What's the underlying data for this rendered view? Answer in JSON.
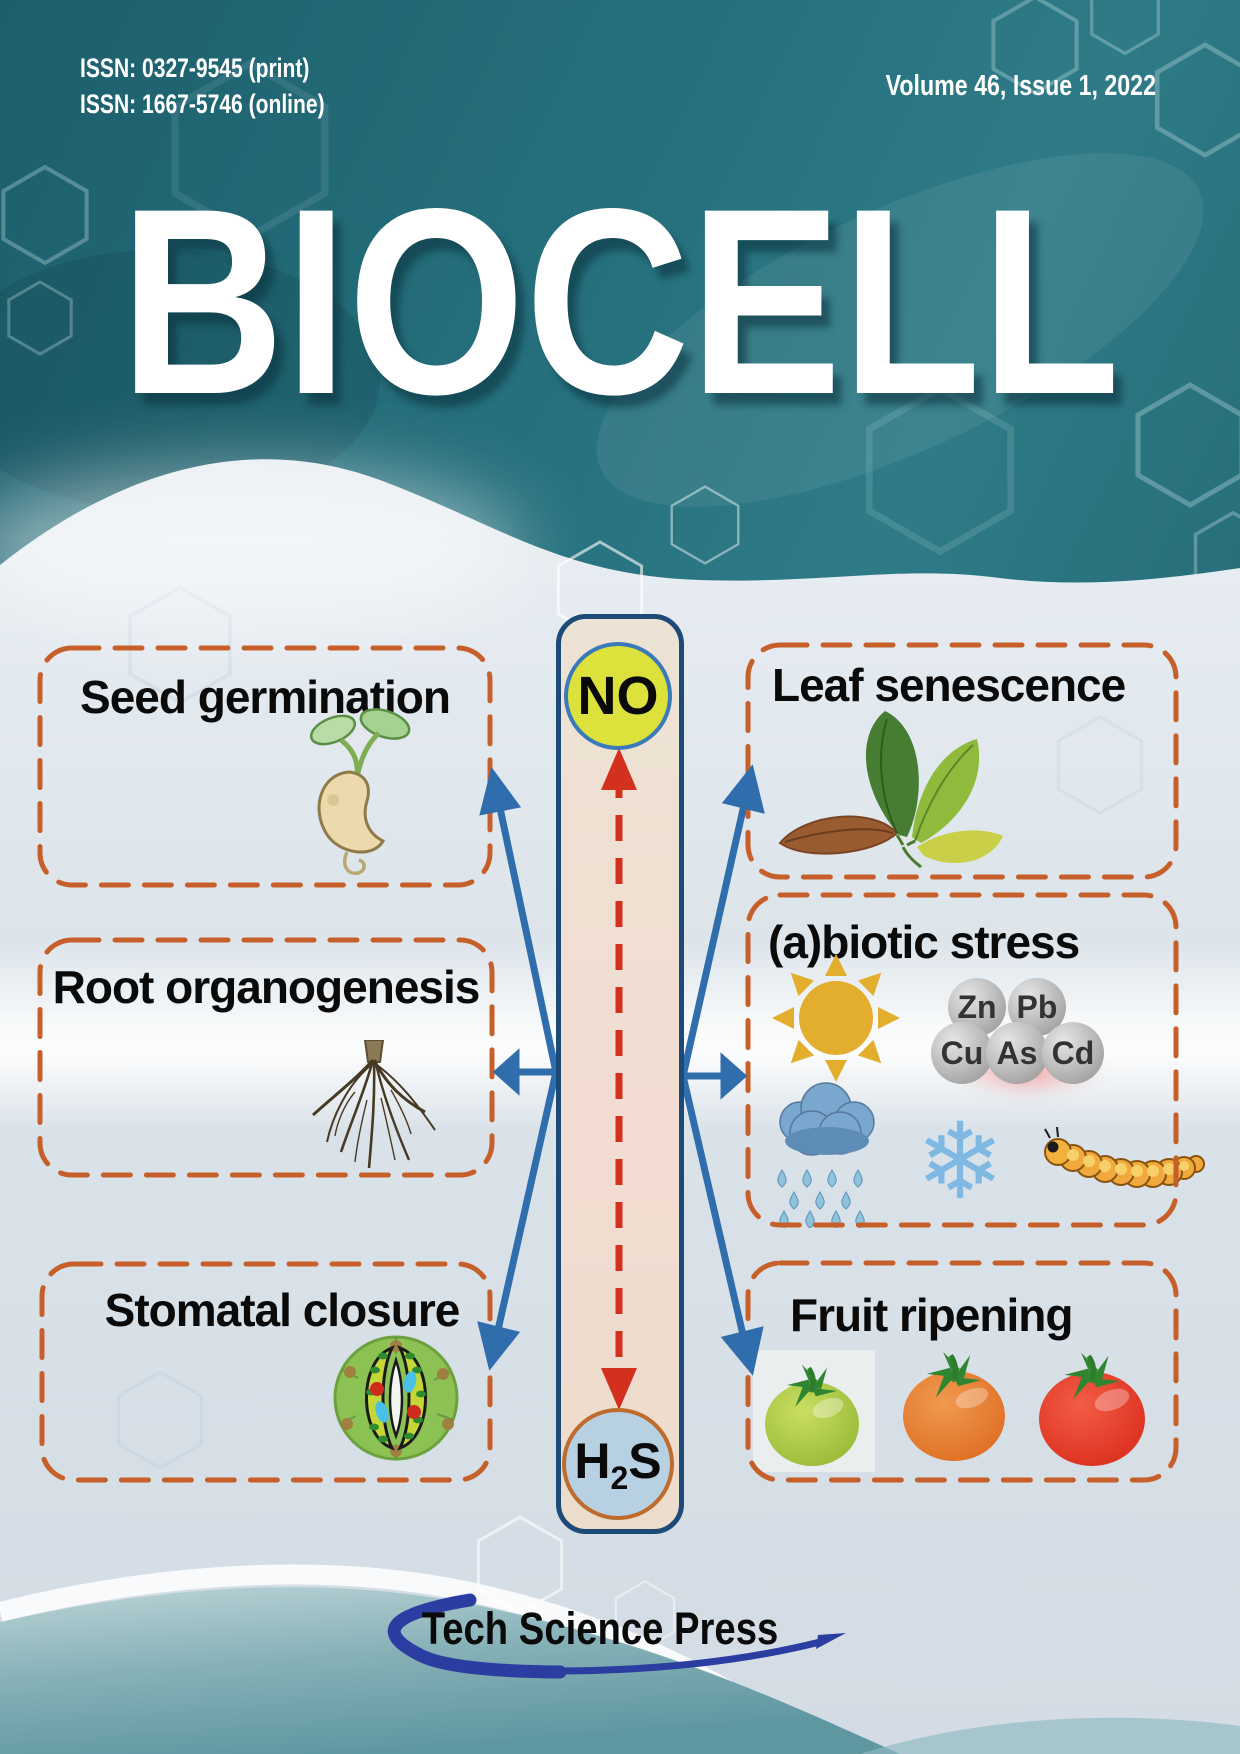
{
  "header": {
    "issn_print": "ISSN: 0327-9545 (print)",
    "issn_online": "ISSN: 1667-5746 (online)",
    "volume": "Volume 46, Issue 1, 2022",
    "journal_title": "BIOCELL"
  },
  "diagram": {
    "molecule_top": "NO",
    "molecule_bottom": {
      "pre": "H",
      "sub": "2",
      "post": "S"
    },
    "boxes": {
      "seed": {
        "label": "Seed germination"
      },
      "root": {
        "label": "Root organogenesis"
      },
      "stomatal": {
        "label": "Stomatal closure"
      },
      "leaf": {
        "label": "Leaf senescence"
      },
      "stress": {
        "label": "(a)biotic stress",
        "metals": [
          "Zn",
          "Pb",
          "Cu",
          "As",
          "Cd"
        ]
      },
      "fruit": {
        "label": "Fruit ripening"
      }
    }
  },
  "footer": {
    "publisher": "Tech Science Press"
  },
  "icons": {
    "snowflake_glyph": "❄"
  },
  "colors": {
    "teal_background": "#26707d",
    "light_background": "#dde5eb",
    "dashed_box_border": "#c65f2a",
    "column_border": "#1c4b78",
    "column_fill": "#efe0d2",
    "no_circle_fill": "#dce23b",
    "no_circle_border": "#3a7ab8",
    "h2s_circle_fill": "#b7d0e2",
    "h2s_circle_border": "#bf6b2e",
    "arrow_blue": "#2f6dad",
    "arrow_red": "#d3301e",
    "logo_swoosh_blue": "#2b3da0"
  }
}
